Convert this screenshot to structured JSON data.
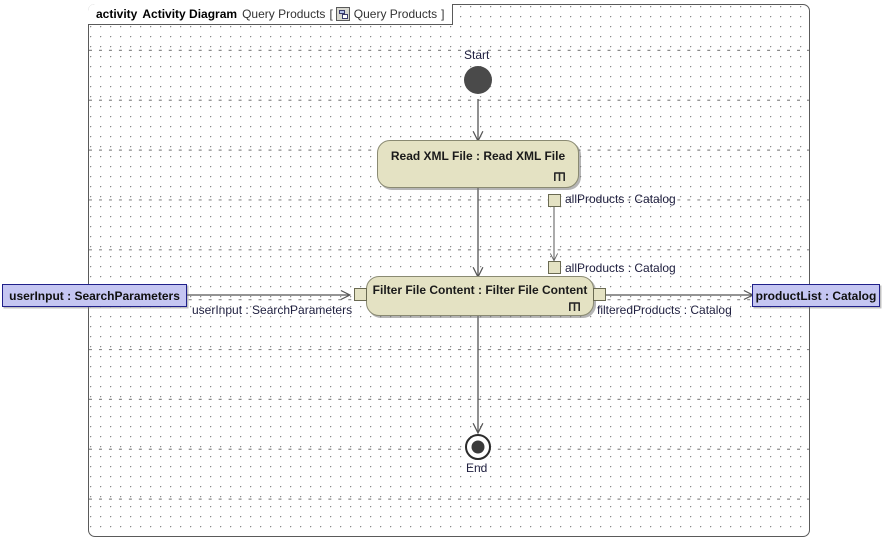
{
  "frame": {
    "keyword": "activity",
    "type_label": "Activity Diagram",
    "diagram_name": "Query Products",
    "bracket_open": "[",
    "icon": "activity-element-icon",
    "element_name": "Query Products",
    "bracket_close": "]"
  },
  "nodes": {
    "start": {
      "label": "Start",
      "kind": "initial-node"
    },
    "read_xml": {
      "label": "Read XML File : Read XML File",
      "kind": "call-behavior-action",
      "icon": "rake-icon",
      "fill": "#e4e2c3",
      "border": "#8a8a72"
    },
    "filter_content": {
      "label": "Filter File Content : Filter File Content",
      "kind": "call-behavior-action",
      "icon": "rake-icon",
      "fill": "#e4e2c3",
      "border": "#8a8a72"
    },
    "end": {
      "label": "End",
      "kind": "final-node"
    },
    "user_input": {
      "label": "userInput : SearchParameters",
      "kind": "object-node",
      "fill": "#c5c6f2",
      "border": "#20208a"
    },
    "product_list": {
      "label": "productList : Catalog",
      "kind": "object-node",
      "fill": "#c5c6f2",
      "border": "#20208a"
    }
  },
  "pins": {
    "output_all_products": {
      "label": "allProducts : Catalog"
    },
    "input_all_products": {
      "label": "allProducts : Catalog"
    },
    "input_user_input": {
      "label": ""
    },
    "output_filtered_products": {
      "label": ""
    }
  },
  "edge_labels": {
    "user_input_flow": "userInput : SearchParameters",
    "filtered_products_flow": "filteredProducts : Catalog"
  },
  "colors": {
    "action_fill": "#e4e2c3",
    "action_border": "#8a8a72",
    "object_fill": "#c5c6f2",
    "object_border": "#20208a",
    "node_solid": "#4a4a4a",
    "frame_border": "#5a5a5a",
    "grid_dot": "#8a8a8a",
    "edge": "#555555"
  }
}
